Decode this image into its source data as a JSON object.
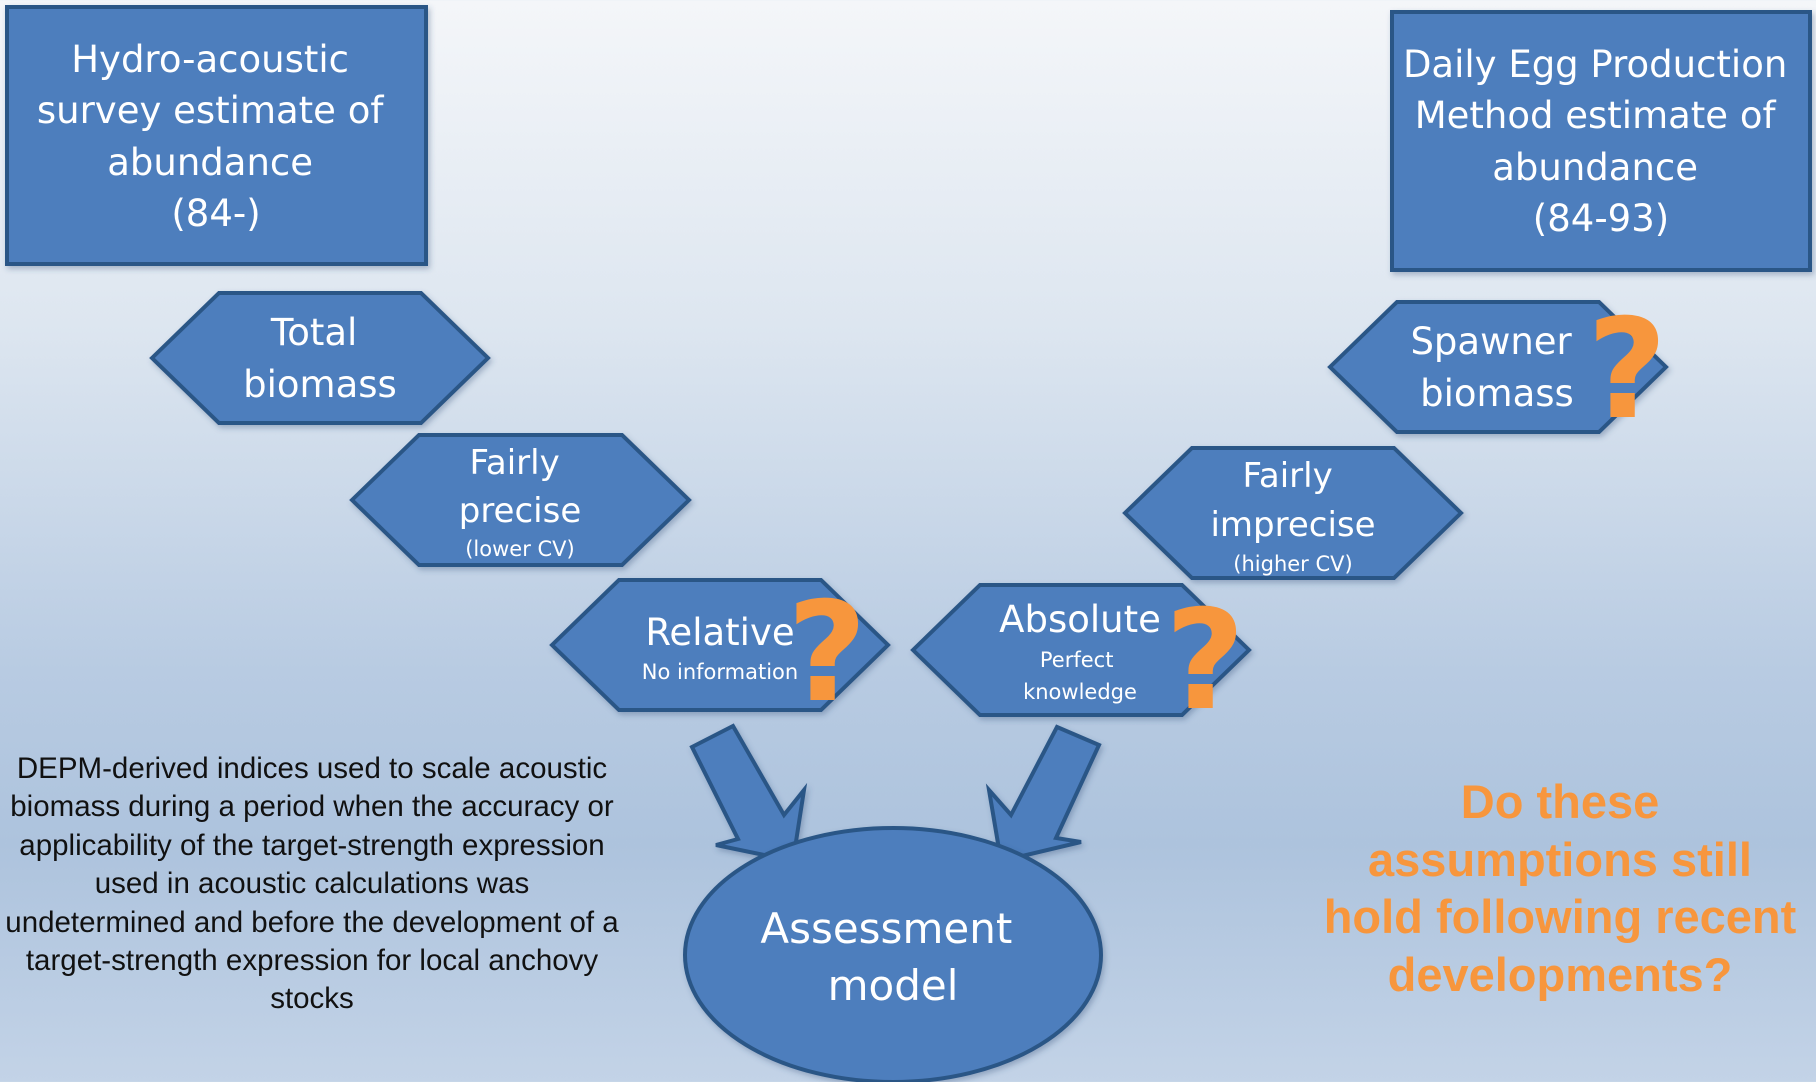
{
  "colors": {
    "node_fill": "#4d7ebd",
    "node_stroke": "#2c5686",
    "question_accent": "#f7963d",
    "note_text": "#111111"
  },
  "acoustic_box": {
    "lines": [
      "Hydro-acoustic",
      "survey estimate of",
      "abundance",
      "(84-)"
    ]
  },
  "depm_box": {
    "lines": [
      "Daily Egg Production",
      "Method estimate of",
      "abundance",
      "(84-93)"
    ]
  },
  "total_biomass": {
    "lines": [
      "Total",
      "biomass"
    ]
  },
  "fairly_precise": {
    "lines": [
      "Fairly",
      "precise"
    ],
    "sub": "(lower CV)"
  },
  "relative": {
    "title": "Relative",
    "sub": "No information"
  },
  "spawner_biomass": {
    "lines": [
      "Spawner",
      "biomass"
    ]
  },
  "fairly_imprecise": {
    "lines": [
      "Fairly",
      "imprecise"
    ],
    "sub": "(higher CV)"
  },
  "absolute": {
    "title": "Absolute",
    "sub_lines": [
      "Perfect",
      "knowledge"
    ]
  },
  "assessment_model": {
    "lines": [
      "Assessment",
      "model"
    ]
  },
  "question_mark_glyph": "?",
  "note": {
    "lines": [
      "DEPM-derived indices used to scale acoustic",
      "biomass during a period when the accuracy or",
      "applicability of the target-strength expression",
      "used in acoustic calculations was",
      "undetermined and before the development of a",
      "target-strength expression for local anchovy",
      "stocks"
    ]
  },
  "question": {
    "lines": [
      "Do these",
      "assumptions still",
      "hold following recent",
      "developments?"
    ]
  }
}
